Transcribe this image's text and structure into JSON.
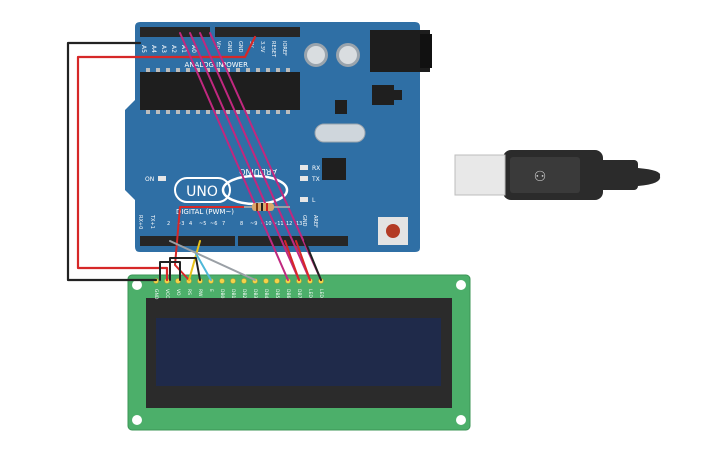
{
  "arduino": {
    "header_power_label": "POWER",
    "header_analog_label": "ANALOG IN",
    "analog_pins": [
      "A5",
      "A4",
      "A3",
      "A2",
      "A1",
      "A0"
    ],
    "power_pins": [
      "Vin",
      "GND",
      "GND",
      "5V",
      "3.3V",
      "RESET",
      "IOREF"
    ],
    "digital_label": "DIGITAL (PWM~)",
    "digital_pins": [
      "RX+0",
      "TX+1",
      "2",
      "~3",
      "4",
      "~5",
      "~6",
      "7",
      "8",
      "~9",
      "~10",
      "~11",
      "12",
      "13",
      "GND",
      "AREF"
    ],
    "uno_label": "UNO",
    "brand_label": "ARDUINO",
    "led_labels": [
      "RX",
      "TX",
      "L"
    ],
    "on_label": "ON"
  },
  "lcd": {
    "pins": [
      "GND",
      "VCC",
      "VO",
      "RS",
      "RW",
      "E",
      "DB0",
      "DB1",
      "DB2",
      "DB3",
      "DB4",
      "DB5",
      "DB6",
      "DB7",
      "LED",
      "LED"
    ]
  },
  "colors": {
    "board_blue": "#2f6fa5",
    "board_dark": "#245a8a",
    "lcd_green": "#4caf6a",
    "lcd_screen": "#1f2a4a",
    "wire_magenta": "#c0287f",
    "wire_red": "#d62828",
    "wire_black": "#222222",
    "wire_yellow": "#e8c21a",
    "wire_gray": "#9aa0a6",
    "wire_cyan": "#4fb8d8"
  }
}
